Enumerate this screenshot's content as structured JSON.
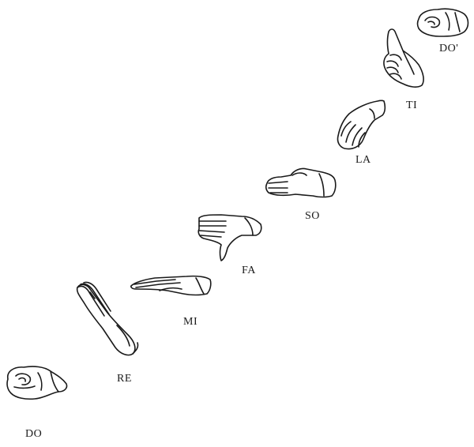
{
  "signs": [
    {
      "syllable": "DO",
      "icon": "fist-icon"
    },
    {
      "syllable": "RE",
      "icon": "open-hand-raised-icon"
    },
    {
      "syllable": "MI",
      "icon": "flat-hand-icon"
    },
    {
      "syllable": "FA",
      "icon": "thumb-down-hand-icon"
    },
    {
      "syllable": "SO",
      "icon": "open-palm-icon"
    },
    {
      "syllable": "LA",
      "icon": "drooping-hand-icon"
    },
    {
      "syllable": "TI",
      "icon": "pointing-hand-icon"
    },
    {
      "syllable": "DO'",
      "icon": "fist-icon"
    }
  ],
  "colors": {
    "ink": "#1a1a1a",
    "background": "#ffffff"
  }
}
